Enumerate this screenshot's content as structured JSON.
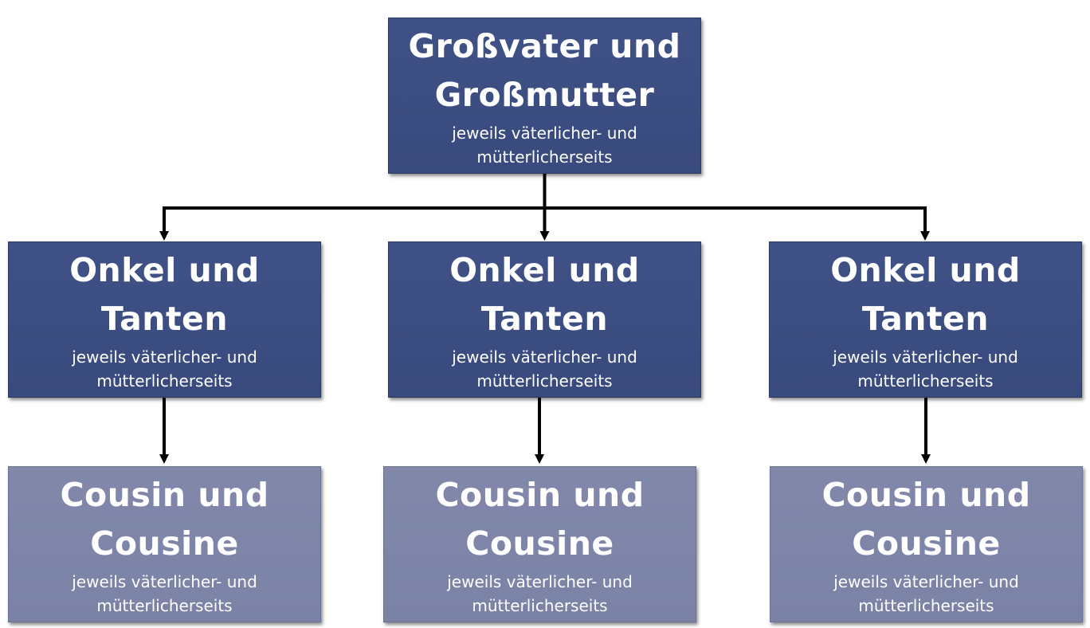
{
  "diagram": {
    "top": {
      "title_line1": "Großvater und",
      "title_line2": "Großmutter",
      "sub_line1": "jeweils väterlicher- und",
      "sub_line2": "mütterlicherseits"
    },
    "middle": [
      {
        "title_line1": "Onkel und",
        "title_line2": "Tanten",
        "sub_line1": "jeweils väterlicher- und",
        "sub_line2": "mütterlicherseits"
      },
      {
        "title_line1": "Onkel und",
        "title_line2": "Tanten",
        "sub_line1": "jeweils väterlicher- und",
        "sub_line2": "mütterlicherseits"
      },
      {
        "title_line1": "Onkel und",
        "title_line2": "Tanten",
        "sub_line1": "jeweils väterlicher- und",
        "sub_line2": "mütterlicherseits"
      }
    ],
    "bottom": [
      {
        "title_line1": "Cousin und",
        "title_line2": "Cousine",
        "sub_line1": "jeweils väterlicher- und",
        "sub_line2": "mütterlicherseits"
      },
      {
        "title_line1": "Cousin und",
        "title_line2": "Cousine",
        "sub_line1": "jeweils väterlicher- und",
        "sub_line2": "mütterlicherseits"
      },
      {
        "title_line1": "Cousin und",
        "title_line2": "Cousine",
        "sub_line1": "jeweils väterlicher- und",
        "sub_line2": "mütterlicherseits"
      }
    ],
    "colors": {
      "level_dark": "#3d4f85",
      "level_light": "#7d84a8",
      "connector": "#000000",
      "text": "#ffffff"
    }
  }
}
